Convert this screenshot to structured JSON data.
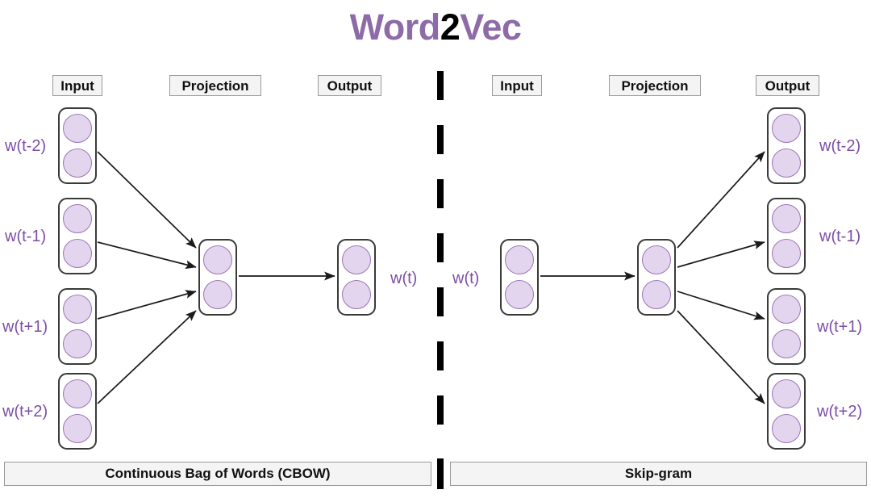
{
  "title": {
    "part1": "Word",
    "part2": "2",
    "part3": "Vec"
  },
  "colors": {
    "accent_purple": "#8d6ba8",
    "label_purple": "#7d4fa5",
    "node_fill": "#e3d5ee",
    "node_stroke": "#9b76b8",
    "box_stroke": "#3a3a3a",
    "chip_fill": "#f4f4f4",
    "chip_stroke": "#9a9a9a",
    "arrow": "#1a1a1a",
    "divider": "#000000"
  },
  "cbow": {
    "caption": "Continuous Bag of Words (CBOW)",
    "headers": {
      "input": "Input",
      "projection": "Projection",
      "output": "Output"
    },
    "input_labels": [
      "w(t-2)",
      "w(t-1)",
      "w(t+1)",
      "w(t+2)"
    ],
    "output_label": "w(t)",
    "nodes_per_box": 2
  },
  "skipgram": {
    "caption": "Skip-gram",
    "headers": {
      "input": "Input",
      "projection": "Projection",
      "output": "Output"
    },
    "input_label": "w(t)",
    "output_labels": [
      "w(t-2)",
      "w(t-1)",
      "w(t+1)",
      "w(t+2)"
    ],
    "nodes_per_box": 2
  },
  "divider": {
    "dash_count": 7
  }
}
